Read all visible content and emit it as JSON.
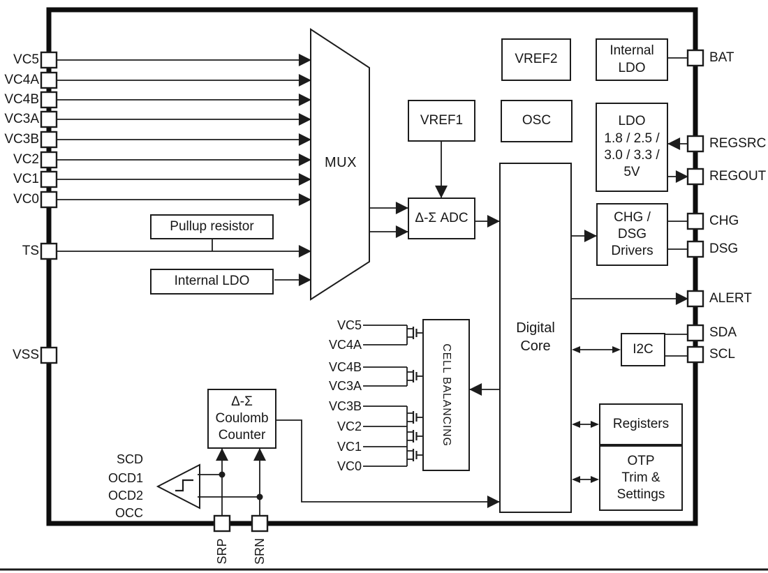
{
  "pins": {
    "left": [
      "VC5",
      "VC4A",
      "VC4B",
      "VC3A",
      "VC3B",
      "VC2",
      "VC1",
      "VC0",
      "TS",
      "VSS"
    ],
    "right": [
      "BAT",
      "REGSRC",
      "REGOUT",
      "CHG",
      "DSG",
      "ALERT",
      "SDA",
      "SCL"
    ],
    "bottom": [
      "SRP",
      "SRN"
    ]
  },
  "blocks": {
    "mux": "MUX",
    "pullup_resistor": "Pullup resistor",
    "internal_ldo_left": "Internal LDO",
    "vref1": "VREF1",
    "vref2": "VREF2",
    "osc": "OSC",
    "internal_ldo_top": "Internal\nLDO",
    "ldo": "LDO\n1.8 / 2.5 /\n3.0 / 3.3 /\n5V",
    "adc": "Δ-Σ  ADC",
    "digital_core": "Digital\nCore",
    "chg_dsg_drivers": "CHG / DSG\nDrivers",
    "i2c": "I2C",
    "registers": "Registers",
    "otp": "OTP\nTrim &\nSettings",
    "coulomb_counter": "Δ-Σ\nCoulomb\nCounter",
    "cell_balancing": "CELL BALANCING"
  },
  "comparator_outputs": [
    "SCD",
    "OCD1",
    "OCD2",
    "OCC"
  ],
  "cell_balancing_inputs": [
    "VC5",
    "VC4A",
    "VC4B",
    "VC3A",
    "VC3B",
    "VC2",
    "VC1",
    "VC0"
  ],
  "colors": {
    "line": "#1c1c1c",
    "background": "#ffffff"
  }
}
